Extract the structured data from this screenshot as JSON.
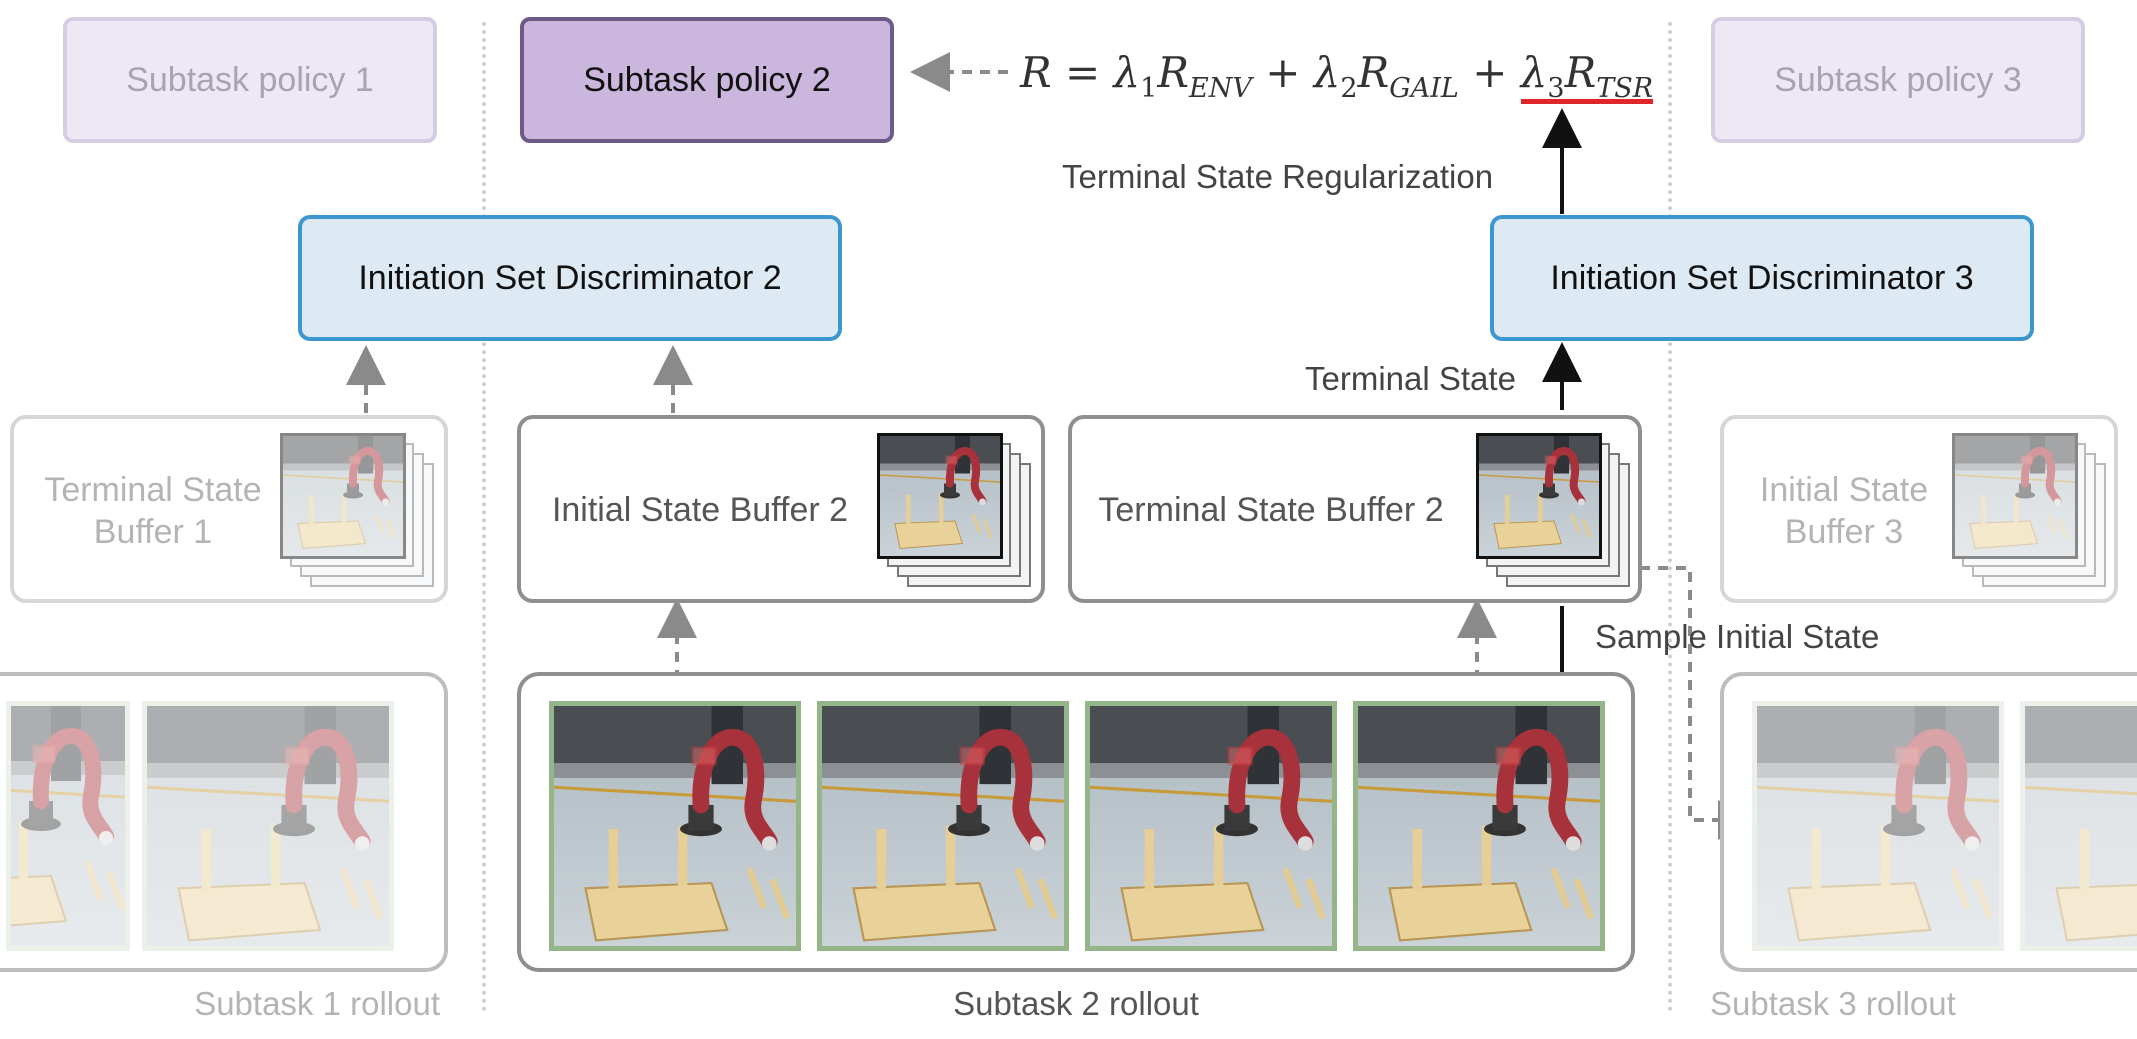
{
  "policies": [
    {
      "label": "Subtask policy 1"
    },
    {
      "label": "Subtask policy 2"
    },
    {
      "label": "Subtask policy 3"
    }
  ],
  "formula": {
    "R": "R",
    "eq": "=",
    "l1": "λ",
    "s1": "1",
    "env": "R",
    "env_sub": "ENV",
    "plus1": "+",
    "l2": "λ",
    "s2": "2",
    "gail": "R",
    "gail_sub": "GAIL",
    "plus2": "+",
    "l3": "λ",
    "s3": "3",
    "tsr": "R",
    "tsr_sub": "TSR"
  },
  "labels": {
    "terminal_state_regularization": "Terminal State Regularization",
    "terminal_state": "Terminal State",
    "sample_initial_state": "Sample Initial State"
  },
  "discriminators": [
    {
      "label": "Initiation Set Discriminator 2"
    },
    {
      "label": "Initiation Set Discriminator 3"
    }
  ],
  "buffers": {
    "tsb1_line1": "Terminal State",
    "tsb1_line2": "Buffer 1",
    "isb2": "Initial State Buffer 2",
    "tsb2": "Terminal State Buffer 2",
    "isb3_line1": "Initial State",
    "isb3_line2": "Buffer 3"
  },
  "rollouts": [
    {
      "caption": "Subtask 1 rollout"
    },
    {
      "caption": "Subtask 2 rollout"
    },
    {
      "caption": "Subtask 3 rollout"
    }
  ],
  "colors": {
    "accent_underline": "#e0262b",
    "policy_active": "#cbb6dd",
    "discriminator_fill": "#dde9f3",
    "discriminator_border": "#3d97cf",
    "frame_border": "#93b587",
    "robot": "#a8323b"
  }
}
